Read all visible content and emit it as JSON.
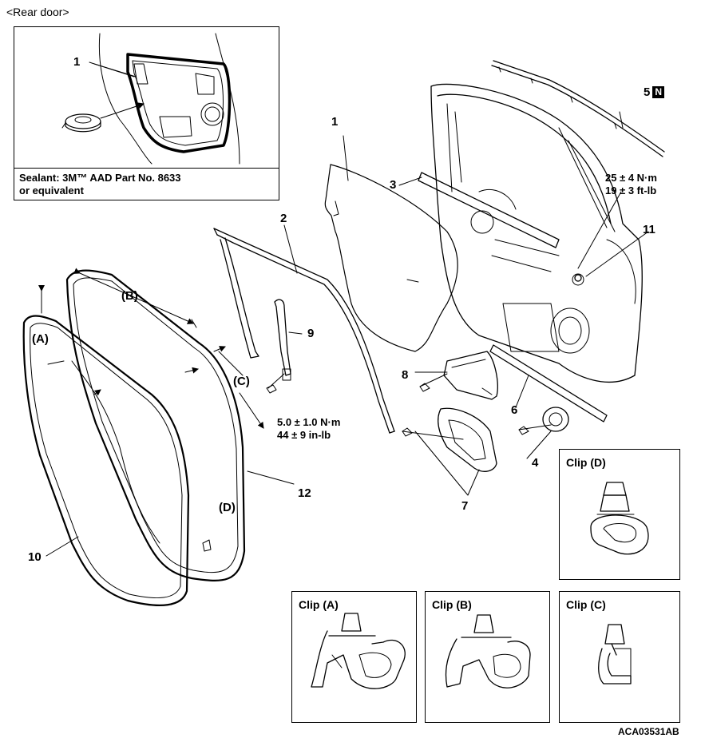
{
  "header": {
    "title": "<Rear door>"
  },
  "inset": {
    "part_label": "1",
    "sealant_line1": "Sealant: 3M™ AAD Part No. 8633",
    "sealant_line2": "or equivalent"
  },
  "parts": {
    "p1": "1",
    "p2": "2",
    "p3": "3",
    "p4": "4",
    "p5": "5",
    "p5_badge": "N",
    "p6": "6",
    "p7": "7",
    "p8": "8",
    "p9": "9",
    "p10": "10",
    "p11": "11",
    "p12": "12"
  },
  "clip_refs": {
    "a": "(A)",
    "b": "(B)",
    "c": "(C)",
    "d": "(D)"
  },
  "torques": {
    "t1_line1": "25 ± 4 N·m",
    "t1_line2": "19 ± 3 ft-lb",
    "t2_line1": "5.0 ± 1.0 N·m",
    "t2_line2": "44 ± 9 in-lb"
  },
  "clip_boxes": {
    "a": "Clip (A)",
    "b": "Clip (B)",
    "c": "Clip (C)",
    "d": "Clip (D)"
  },
  "footer": {
    "code": "ACA03531AB"
  }
}
